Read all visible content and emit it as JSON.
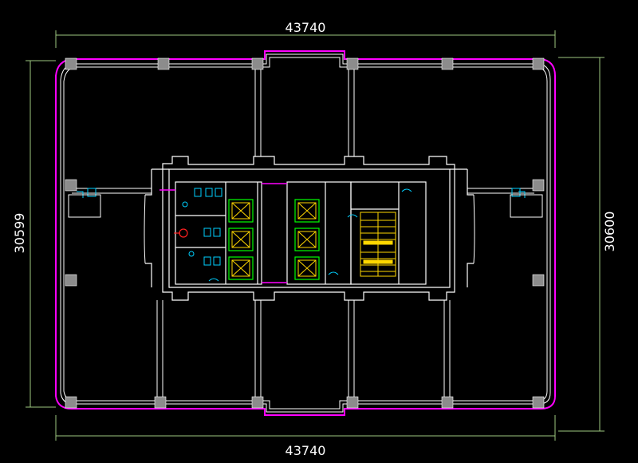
{
  "dimensions": {
    "top_width": "43740",
    "bottom_width": "43740",
    "left_height": "30599",
    "right_height": "30600"
  },
  "colors": {
    "background": "#000000",
    "wall": "#ffffff",
    "slab_edge": "#ff00ff",
    "dimension_line": "#9ec97f",
    "column": "#8c8c8c",
    "elevator": "#ffd700",
    "elevator_frame": "#00ff00",
    "stair": "#ffd700",
    "fixture": "#00d0ff",
    "accent": "#ff2020"
  }
}
